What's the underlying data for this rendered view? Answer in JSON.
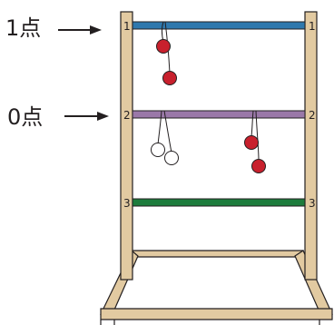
{
  "labels": {
    "score_1": "1点",
    "score_0": "0点"
  },
  "rungs": [
    {
      "number": "1",
      "color": "#2f78ad"
    },
    {
      "number": "2",
      "color": "#9a78a8"
    },
    {
      "number": "3",
      "color": "#1d7c3c"
    }
  ],
  "colors": {
    "wood": "#e2caa1",
    "outline": "#231f20",
    "ball_red": "#c8202d",
    "ball_white": "#ffffff"
  }
}
